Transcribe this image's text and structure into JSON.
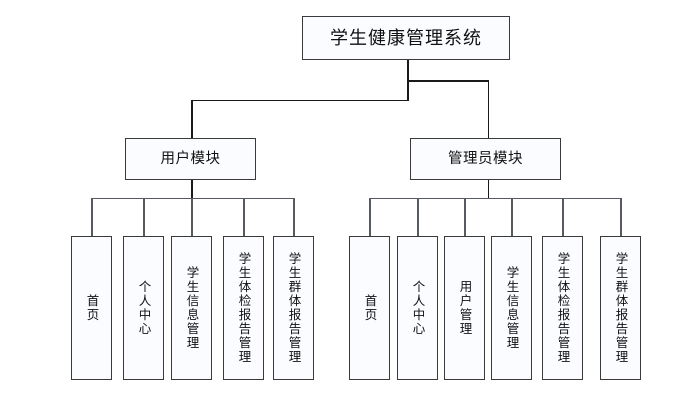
{
  "diagram": {
    "title": "学生健康管理系统",
    "type": "system-function-tree",
    "root": {
      "label": "学生健康管理系统"
    },
    "branches": [
      {
        "key": "user-module",
        "label": "用户模块",
        "children": [
          {
            "label": "首页"
          },
          {
            "label": "个人中心"
          },
          {
            "label": "学生信息管理"
          },
          {
            "label": "学生体检报告管理"
          },
          {
            "label": "学生群体报告管理"
          }
        ]
      },
      {
        "key": "admin-module",
        "label": "管理员模块",
        "children": [
          {
            "label": "首页"
          },
          {
            "label": "个人中心"
          },
          {
            "label": "用户管理"
          },
          {
            "label": "学生信息管理"
          },
          {
            "label": "学生体检报告管理"
          },
          {
            "label": "学生群体报告管理"
          }
        ]
      }
    ],
    "colors": {
      "background": "#ffffff",
      "box_fill": "#fbfcff",
      "box_border": "#3a3a3a",
      "connector": "#1a1a1a",
      "text": "#111111"
    }
  }
}
